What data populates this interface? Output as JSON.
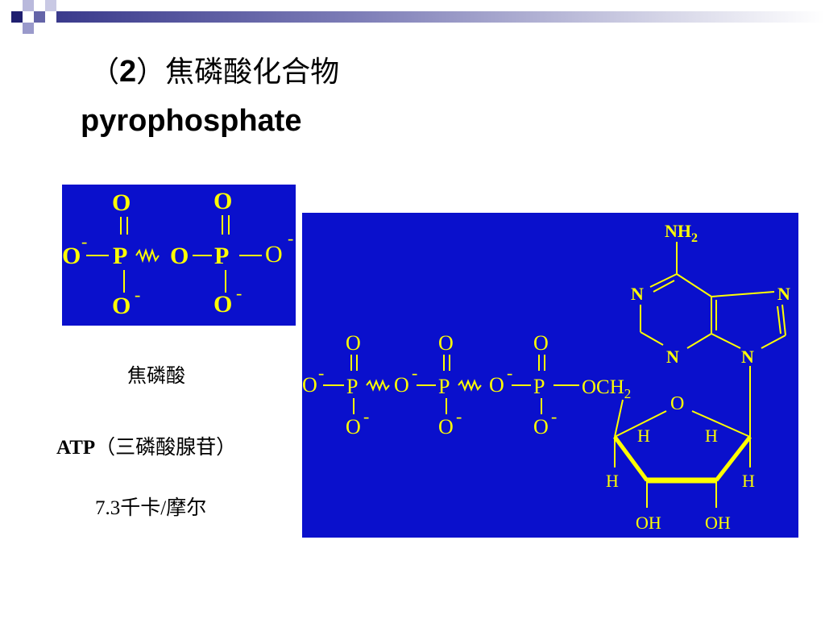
{
  "title": {
    "num_open": "（",
    "num": "2",
    "num_close": "）",
    "chinese": "焦磷酸化合物",
    "english": "pyrophosphate"
  },
  "pyrophosphate_label": "焦磷酸",
  "atp_label": {
    "en": "ATP",
    "cn": "（三磷酸腺苷）"
  },
  "energy_label": {
    "value": "7.3",
    "cn": "千卡",
    "sep": "/",
    "cn2": "摩尔"
  },
  "structure": {
    "O": "O",
    "P": "P",
    "minus": "-",
    "N": "N",
    "H": "H",
    "NH2": "NH",
    "sub2": "2",
    "OCH2": "OCH",
    "OH": "OH"
  },
  "colors": {
    "panel": "#0a10cc",
    "ink": "#ffff00"
  }
}
